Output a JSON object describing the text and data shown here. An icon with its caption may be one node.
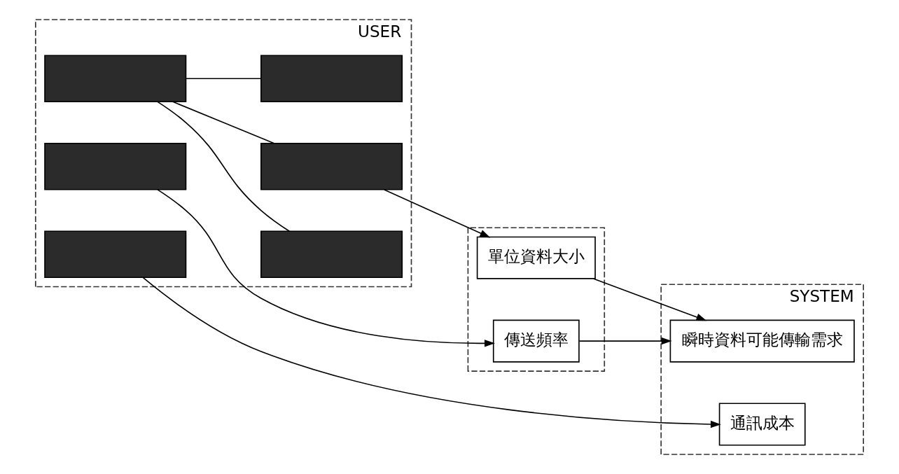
{
  "diagram": {
    "nodes": [
      {
        "text": [
          "USER"
        ]
      },
      {
        "text": [],
        "shape": "box",
        "in": 0
      },
      {
        "text": [],
        "shape": "box",
        "in": 0
      },
      {
        "text": [],
        "shape": "box",
        "in": 0
      },
      {
        "text": [],
        "shape": "box",
        "in": 0
      },
      {
        "text": [],
        "shape": "box",
        "in": 0
      },
      {
        "text": [],
        "shape": "box",
        "in": 0
      },
      {
        "text": [],
        "shape": "box"
      },
      {
        "text": [
          "傳送頻率"
        ],
        "in": 7
      },
      {
        "text": [
          "單位資料大小"
        ],
        "in": 7
      },
      {
        "text": [
          "SYSTEM"
        ]
      },
      {
        "text": [
          "通訊成本"
        ],
        "in": 10
      },
      {
        "text": [
          "瞬時資料可能傳輸需求"
        ],
        "in": 10
      }
    ],
    "edges": [
      {
        "from": 1,
        "to": 11,
        "arrow": "to"
      },
      {
        "from": 2,
        "to": 8,
        "arrow": "to"
      },
      {
        "from": 3,
        "to": 4,
        "arrow": "none"
      },
      {
        "from": 3,
        "to": 5,
        "arrow": "none"
      },
      {
        "from": 3,
        "to": 6,
        "arrow": "none"
      },
      {
        "from": 5,
        "to": 9,
        "arrow": "to"
      },
      {
        "from": 8,
        "to": 12,
        "arrow": "to"
      },
      {
        "from": 9,
        "to": 12,
        "arrow": "to"
      }
    ]
  }
}
